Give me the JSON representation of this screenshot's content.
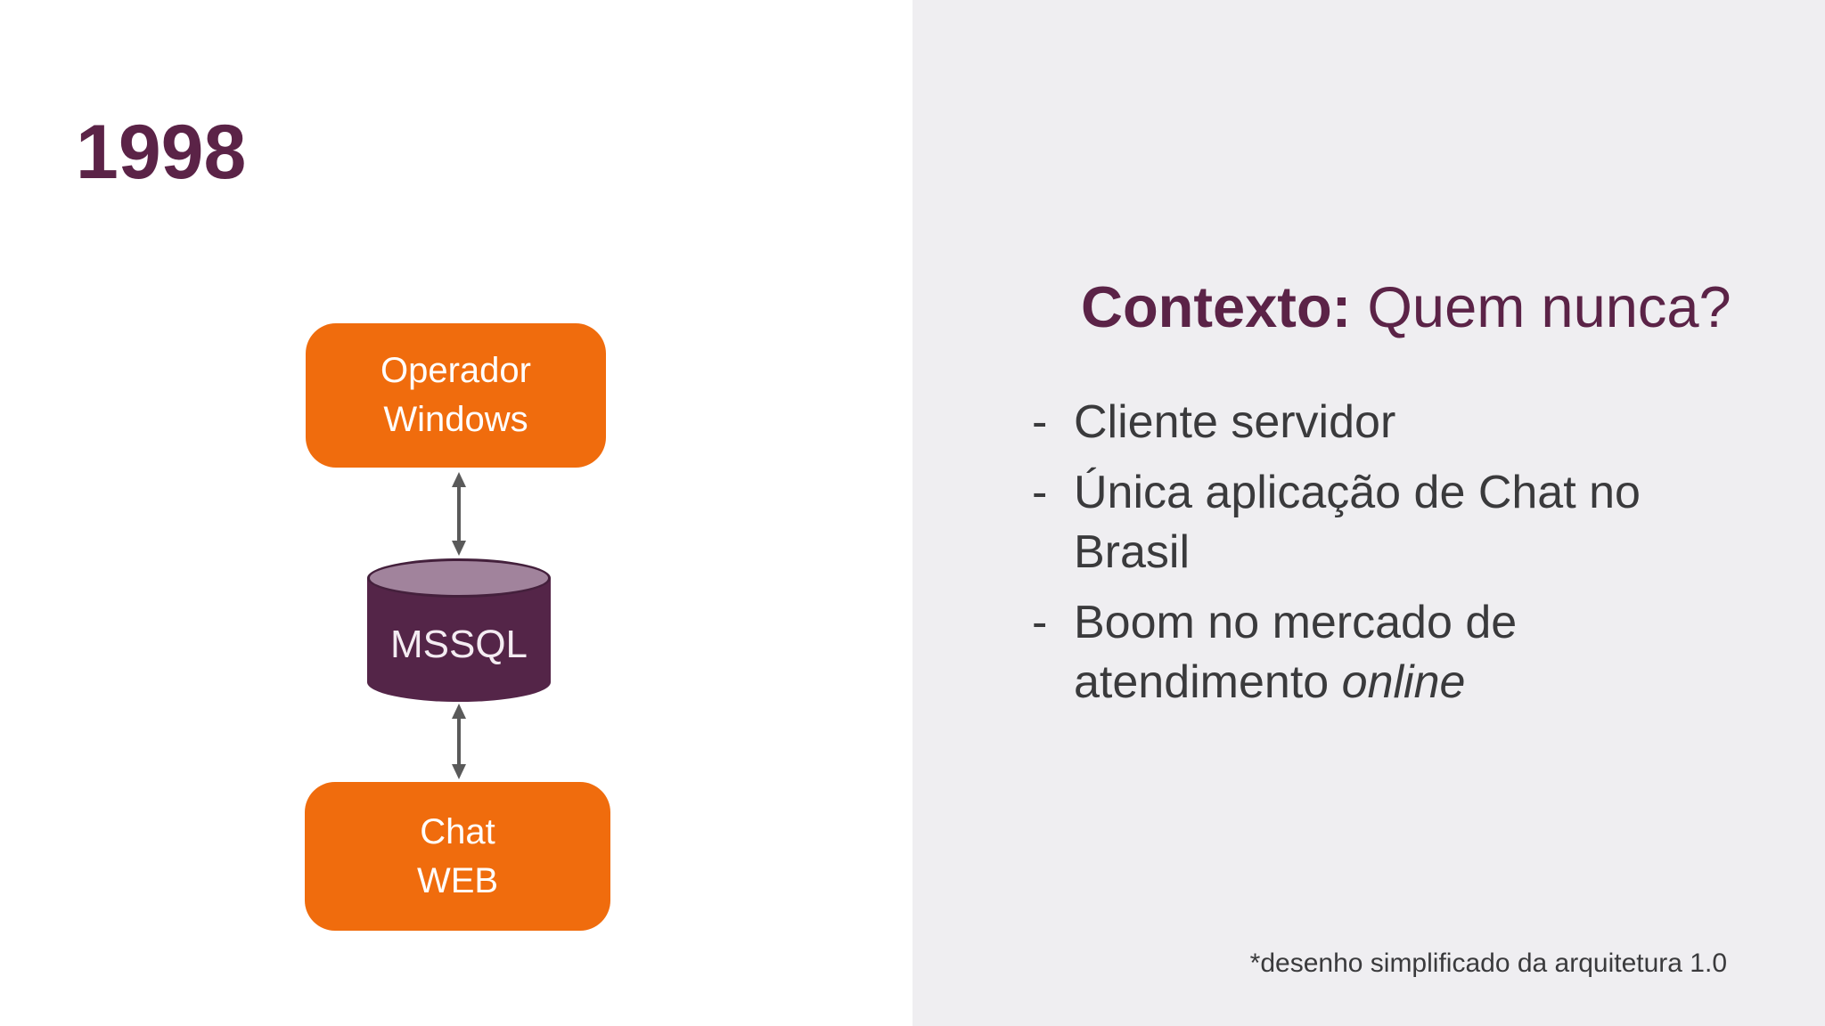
{
  "slide": {
    "year": "1998",
    "colors": {
      "left_background": "#ffffff",
      "right_background": "#efeef1",
      "plum_title": "#5b2347",
      "body_text": "#3a3a3c"
    }
  },
  "diagram": {
    "operador": {
      "label": "Operador Windows",
      "line1": "Operador",
      "line2": "Windows"
    },
    "mssql": {
      "label": "MSSQL"
    },
    "chatweb": {
      "label": "Chat WEB",
      "line1": "Chat",
      "line2": "WEB"
    },
    "colors": {
      "node_fill": "#f06c0d",
      "node_text": "#ffffff",
      "cylinder_body": "#542548",
      "cylinder_top": "#a1839c",
      "arrow": "#5a5a5a"
    }
  },
  "content": {
    "heading": {
      "bold": "Contexto:",
      "regular": " Quem nunca?"
    },
    "bullets": [
      {
        "marker": "-",
        "text": "Cliente servidor",
        "lines": [
          "Cliente servidor"
        ]
      },
      {
        "marker": "-",
        "text": "Única aplicação de Chat no Brasil",
        "lines": [
          "Única aplicação de Chat no",
          "Brasil"
        ]
      },
      {
        "marker": "-",
        "text": "Boom no mercado de atendimento online",
        "lines": [
          "Boom no mercado de",
          "atendimento online"
        ],
        "line2_regular": "atendimento ",
        "line2_italic": "online"
      }
    ],
    "footnote": "*desenho simplificado da arquitetura 1.0"
  }
}
